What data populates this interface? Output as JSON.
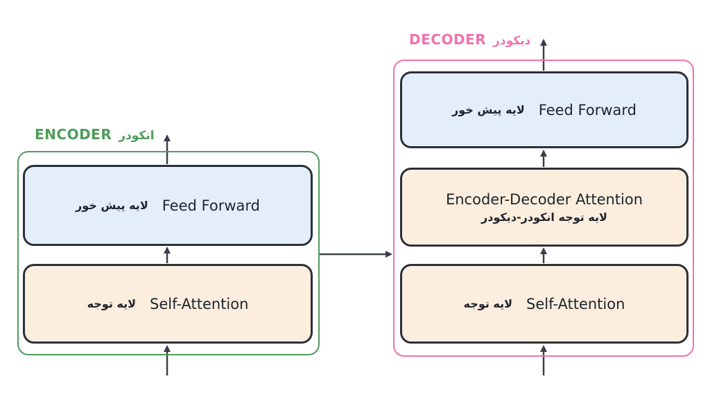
{
  "colors": {
    "encoder_border": "#4f9b5c",
    "decoder_border": "#ef72ad",
    "feed_forward_fill": "#e4eefb",
    "attention_fill": "#fbeede",
    "block_border": "#2b2f38",
    "arrow": "#3a3f4a"
  },
  "encoder": {
    "title_en": "ENCODER",
    "title_fa": "انکودر",
    "feed_forward": {
      "label_en": "Feed Forward",
      "label_fa": "لایه پیش خور"
    },
    "self_attention": {
      "label_en": "Self-Attention",
      "label_fa": "لایه توجه"
    }
  },
  "decoder": {
    "title_en": "DECODER",
    "title_fa": "دیکودر",
    "feed_forward": {
      "label_en": "Feed Forward",
      "label_fa": "لایه پیش خور"
    },
    "encoder_decoder_attention": {
      "label_en": "Encoder-Decoder Attention",
      "label_fa": "لایه توجه انکودر-دیکودر"
    },
    "self_attention": {
      "label_en": "Self-Attention",
      "label_fa": "لایه توجه"
    }
  }
}
